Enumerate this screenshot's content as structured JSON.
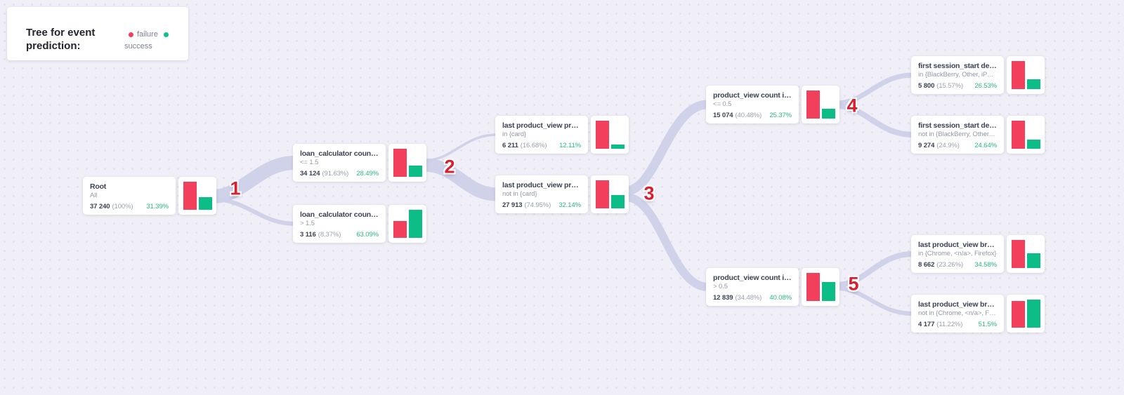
{
  "legend": {
    "title": "Tree for event prediction:",
    "items": [
      {
        "label": "failure",
        "color": "#f23f5c"
      },
      {
        "label": "success",
        "color": "#0cc18c"
      }
    ]
  },
  "colors": {
    "failure_bar": "#f23f5c",
    "success_bar": "#0cbd88",
    "edge": "#ccd0e8",
    "branch_number": "#d91e2e",
    "success_rate_text": "#27b87e",
    "background": "#f0eff7"
  },
  "branch_labels": [
    "1",
    "2",
    "3",
    "4",
    "5"
  ],
  "nodes": [
    {
      "title": "Root",
      "condition": "All",
      "count": "37 240",
      "share": "(100%)",
      "success_rate": "31.39%"
    },
    {
      "title": "loan_calculator count i...",
      "condition": "<= 1.5",
      "count": "34 124",
      "share": "(91.63%)",
      "success_rate": "28.49%"
    },
    {
      "title": "loan_calculator count i...",
      "condition": "> 1.5",
      "count": "3 116",
      "share": "(8.37%)",
      "success_rate": "63.09%"
    },
    {
      "title": "last product_view pro...",
      "condition": "in {card}",
      "count": "6 211",
      "share": "(16.68%)",
      "success_rate": "12.11%"
    },
    {
      "title": "last product_view pro...",
      "condition": "not in {card}",
      "count": "27 913",
      "share": "(74.95%)",
      "success_rate": "32.14%"
    },
    {
      "title": "product_view count in...",
      "condition": "<= 0.5",
      "count": "15 074",
      "share": "(40.48%)",
      "success_rate": "25.37%"
    },
    {
      "title": "product_view count in...",
      "condition": "> 0.5",
      "count": "12 839",
      "share": "(34.48%)",
      "success_rate": "40.08%"
    },
    {
      "title": "first session_start devi...",
      "condition": "in {BlackBerry, Other, iPad, Wi...",
      "count": "5 800",
      "share": "(15.57%)",
      "success_rate": "26.53%"
    },
    {
      "title": "first session_start devi...",
      "condition": "not in {BlackBerry, Other, iPad...",
      "count": "9 274",
      "share": "(24.9%)",
      "success_rate": "24.64%"
    },
    {
      "title": "last product_view bro...",
      "condition": "in {Chrome, <n/a>, Firefox}",
      "count": "8 662",
      "share": "(23.26%)",
      "success_rate": "34.58%"
    },
    {
      "title": "last product_view bro...",
      "condition": "not in {Chrome, <n/a>, Firefox}",
      "count": "4 177",
      "share": "(11.22%)",
      "success_rate": "51.5%"
    }
  ]
}
